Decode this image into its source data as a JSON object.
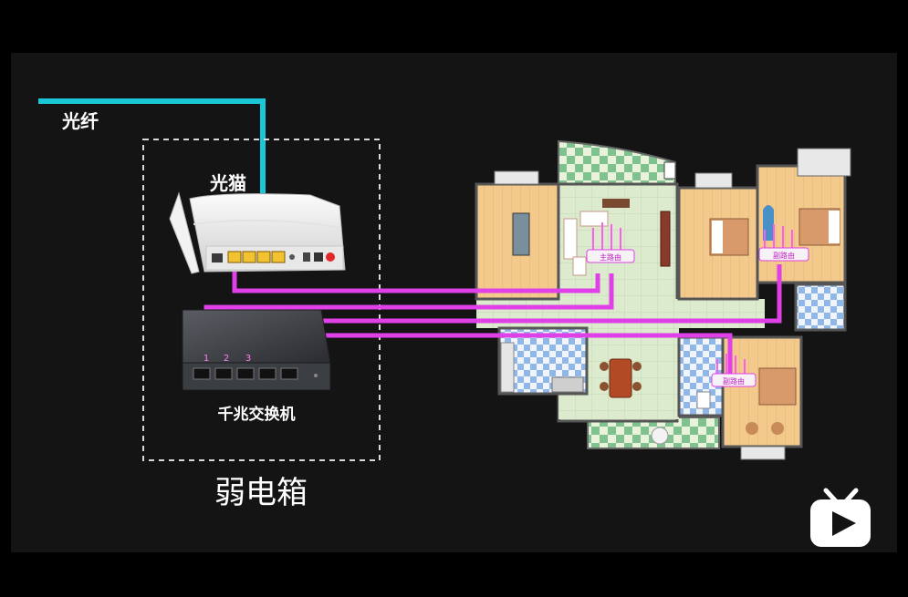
{
  "labels": {
    "fiber": "光纤",
    "modem": "光猫",
    "switch": "千兆交换机",
    "box": "弱电箱",
    "router_main": "主路由",
    "router_sub1": "副路由",
    "router_sub2": "副路由"
  },
  "switch_port_numbers": [
    "1",
    "2",
    "3"
  ],
  "colors": {
    "fiber": "#19c7d6",
    "cable": "#e040e8",
    "background": "#0c0c0c",
    "panel": "#151515",
    "floor_wood": "#f2c98a",
    "floor_tile": "#d7e9c8",
    "tile_blue": "#8fb7e8",
    "balcony_green": "#7fc28f"
  },
  "icons": [
    "router-icon",
    "switch-icon",
    "bilibili-tv-icon"
  ]
}
